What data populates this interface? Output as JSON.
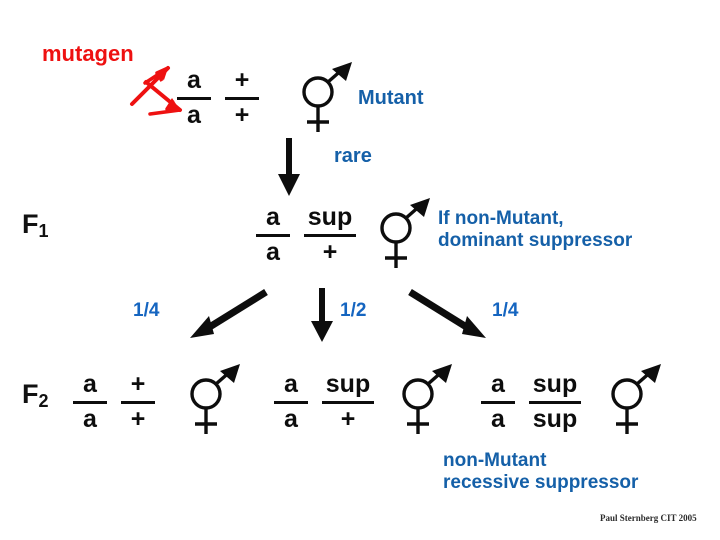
{
  "diagram": {
    "title_credit": "Paul Sternberg CIT 2005",
    "colors": {
      "mutagen_red": "#ee1111",
      "annotation_blue": "#1560a8",
      "ratio_blue": "#1565c0",
      "ink_black": "#0d0d0d"
    }
  },
  "mutagen": {
    "label": "mutagen",
    "icon": "lightning-arrow-icon"
  },
  "parent": {
    "genotype": {
      "gene_a": {
        "numerator": "a",
        "denominator": "a"
      },
      "gene_sup": {
        "numerator": "+",
        "denominator": "+"
      }
    },
    "organism_icon": "hermaphrodite-icon",
    "phenotype_label": "Mutant"
  },
  "transition_p_to_f1": {
    "arrow_icon": "down-arrow-icon",
    "frequency_label": "rare"
  },
  "f1": {
    "generation_label": "F",
    "generation_subscript": "1",
    "genotype": {
      "gene_a": {
        "numerator": "a",
        "denominator": "a"
      },
      "gene_sup": {
        "numerator": "sup",
        "denominator": "+"
      }
    },
    "organism_icon": "hermaphrodite-icon",
    "annotation": "If non-Mutant,\ndominant suppressor"
  },
  "segregation_arrows": [
    {
      "ratio": "1/4",
      "icon": "diagonal-down-left-arrow-icon"
    },
    {
      "ratio": "1/2",
      "icon": "down-arrow-icon"
    },
    {
      "ratio": "1/4",
      "icon": "diagonal-down-right-arrow-icon"
    }
  ],
  "f2": {
    "generation_label": "F",
    "generation_subscript": "2",
    "offspring": [
      {
        "genotype": {
          "gene_a": {
            "numerator": "a",
            "denominator": "a"
          },
          "gene_sup": {
            "numerator": "+",
            "denominator": "+"
          }
        },
        "organism_icon": "hermaphrodite-icon",
        "annotation": ""
      },
      {
        "genotype": {
          "gene_a": {
            "numerator": "a",
            "denominator": "a"
          },
          "gene_sup": {
            "numerator": "sup",
            "denominator": "+"
          }
        },
        "organism_icon": "hermaphrodite-icon",
        "annotation": ""
      },
      {
        "genotype": {
          "gene_a": {
            "numerator": "a",
            "denominator": "a"
          },
          "gene_sup": {
            "numerator": "sup",
            "denominator": "sup"
          }
        },
        "organism_icon": "hermaphrodite-icon",
        "annotation": "non-Mutant\nrecessive suppressor"
      }
    ]
  }
}
